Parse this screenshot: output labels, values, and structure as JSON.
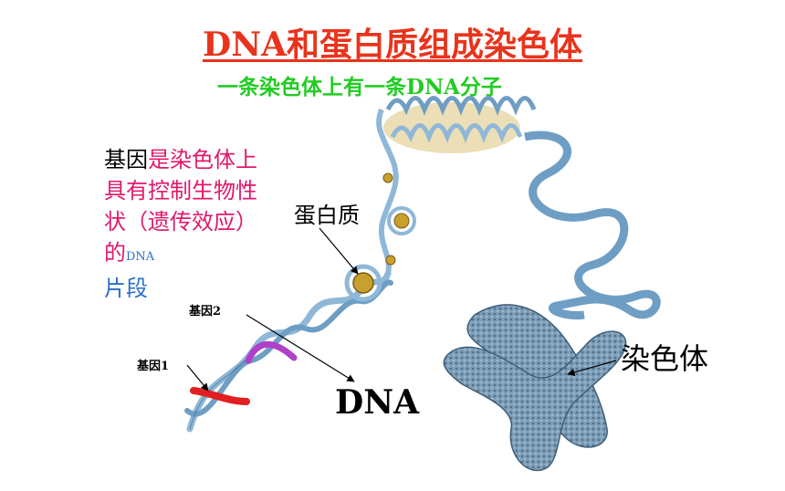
{
  "title": "DNA和蛋白质组成染色体",
  "subtitle": "一条染色体上有一条DNA分子",
  "gene_definition": {
    "part1": "基因",
    "part2": "是染色体上具有控制生物性状（遗传效应）的",
    "part3": "DNA",
    "part4": "片段"
  },
  "labels": {
    "protein": "蛋白质",
    "dna": "DNA",
    "gene1": "基因1",
    "gene2": "基因2",
    "chromosome": "染色体"
  },
  "colors": {
    "title": "#e8341c",
    "subtitle": "#22cc22",
    "definition_pink": "#e0186c",
    "definition_blue": "#2a6fc9",
    "gene1_highlight": "#e02020",
    "gene2_highlight": "#b040c8",
    "strand": "#8fb8d8",
    "chromosome": "#5a7f9c",
    "nucleosome": "#c8a030"
  }
}
